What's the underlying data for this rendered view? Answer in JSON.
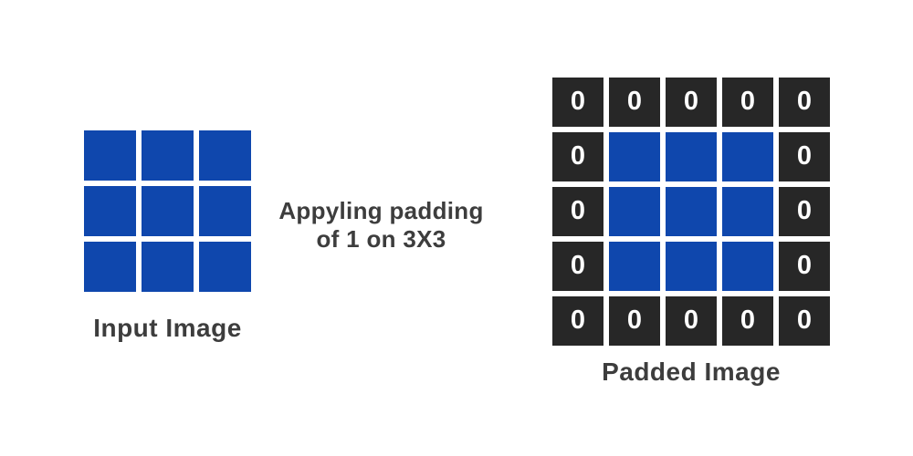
{
  "colors": {
    "background": "#ffffff",
    "cell_blue": "#0f47ad",
    "cell_dark": "#272727",
    "label_text": "#3d3d3d",
    "zero_text": "#ffffff"
  },
  "input_image": {
    "label": "Input Image",
    "rows": 3,
    "cols": 3,
    "cells": [
      [
        "blue",
        "blue",
        "blue"
      ],
      [
        "blue",
        "blue",
        "blue"
      ],
      [
        "blue",
        "blue",
        "blue"
      ]
    ]
  },
  "description": {
    "line1": "Appyling padding",
    "line2": "of 1 on 3X3"
  },
  "padded_image": {
    "label": "Padded Image",
    "rows": 5,
    "cols": 5,
    "cells": [
      [
        "0",
        "0",
        "0",
        "0",
        "0"
      ],
      [
        "0",
        "blue",
        "blue",
        "blue",
        "0"
      ],
      [
        "0",
        "blue",
        "blue",
        "blue",
        "0"
      ],
      [
        "0",
        "blue",
        "blue",
        "blue",
        "0"
      ],
      [
        "0",
        "0",
        "0",
        "0",
        "0"
      ]
    ]
  }
}
